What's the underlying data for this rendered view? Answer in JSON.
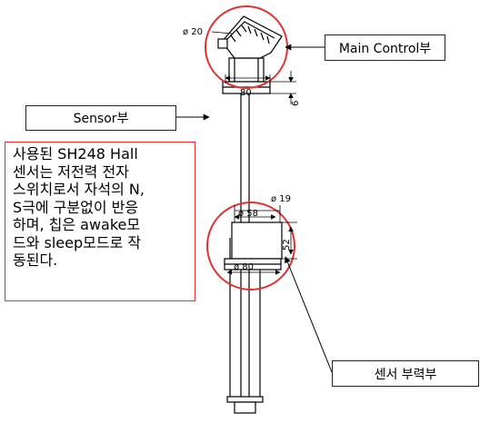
{
  "labels": {
    "main_control": "Main Control부",
    "sensor": "Sensor부",
    "sensor_float": "센서 부력부"
  },
  "note": {
    "lines": [
      "사용된 SH248 Hall",
      "센서는 저전력 전자",
      "스위치로서 자석의 N,",
      "S극에 구분없이 반응",
      "하며, 칩은 awake모",
      "드와 sleep모드로 작",
      "동된다."
    ]
  },
  "dimensions": {
    "head_diameter": "ø 20",
    "flange_width": "80",
    "flange_thickness": "6",
    "float_outer": "ø 19",
    "float_inner": "ø 58",
    "float_height": "52",
    "float_base": "ø 80"
  },
  "colors": {
    "highlight": "#e03030",
    "line": "#000000"
  }
}
